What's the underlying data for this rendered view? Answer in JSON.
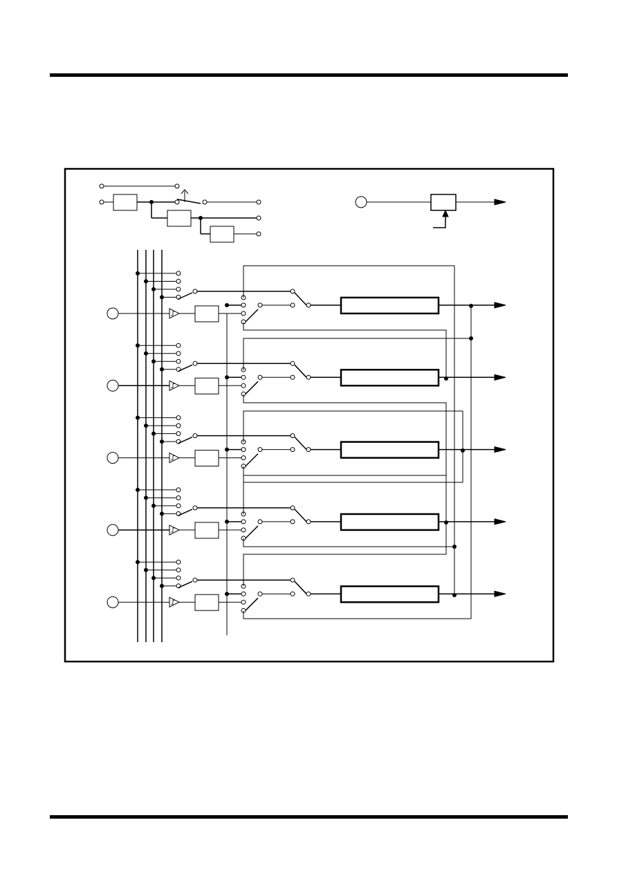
{
  "page": {
    "header_rule": "rule",
    "footer_rule": "rule"
  },
  "diagram": {
    "kind": "block diagram",
    "channel_count": 5,
    "text_labels": [],
    "colors": {
      "stroke": "#000000",
      "fill": "#ffffff"
    },
    "icons": [
      "pin-circle-icon",
      "schmitt-buffer-icon",
      "switch-icon",
      "arrow-output-icon",
      "junction-dot-icon"
    ]
  }
}
